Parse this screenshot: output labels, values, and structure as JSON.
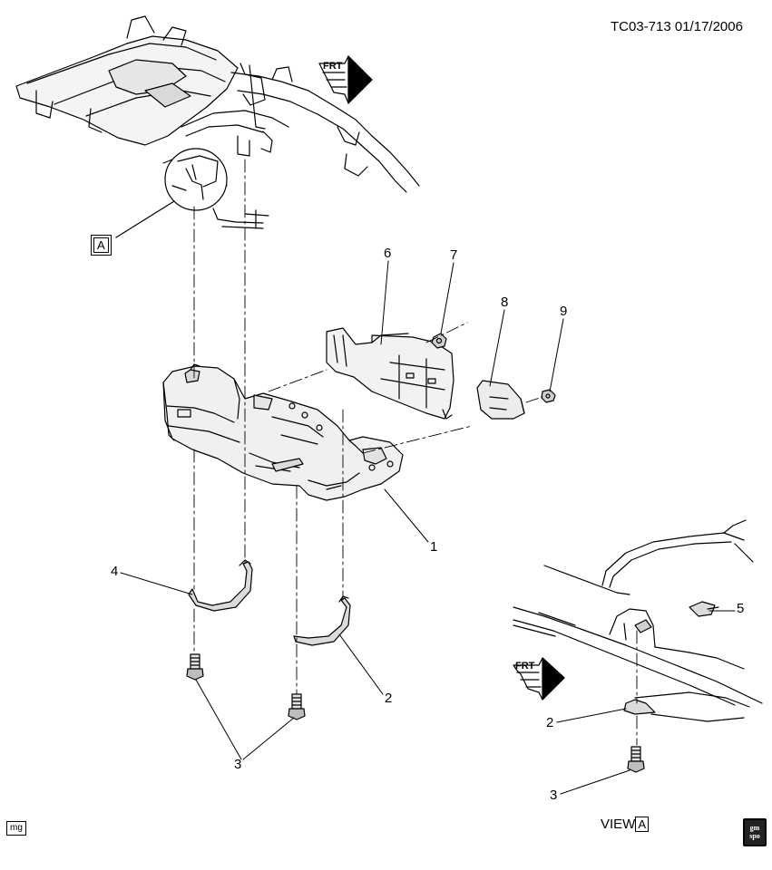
{
  "document_id": "TC03-713  01/17/2006",
  "callout_numbers": {
    "c1": "1",
    "c2": "2",
    "c3": "3",
    "c4": "4",
    "c6": "6",
    "c7": "7",
    "c8": "8",
    "c9": "9",
    "v2": "2",
    "v3": "3",
    "v5": "5"
  },
  "view_reference": {
    "box_letter": "A",
    "view_word": "VIEW",
    "view_letter": "A"
  },
  "forward_arrow_text": "FRT",
  "badge_mg": "mg",
  "logo": {
    "line1": "gm",
    "line2": "spo"
  },
  "colors": {
    "line": "#000000",
    "background": "#ffffff",
    "shade": "#d9d9d9"
  }
}
